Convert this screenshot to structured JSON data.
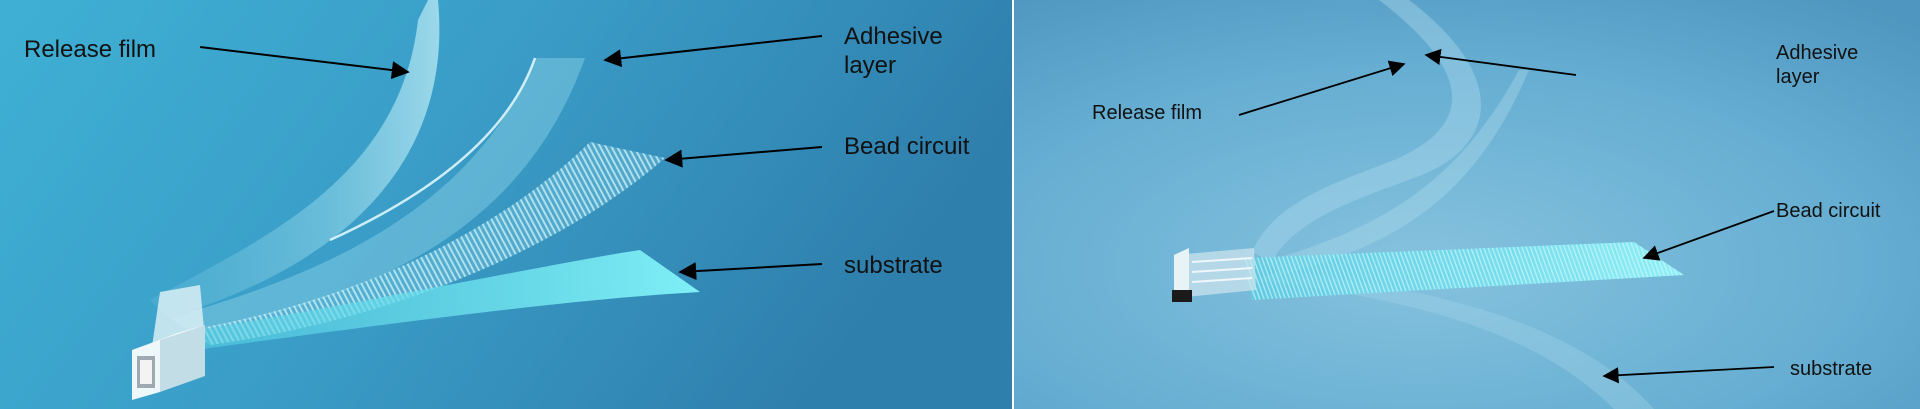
{
  "left_panel": {
    "labels": {
      "release_film": "Release film",
      "adhesive_layer": "Adhesive\nlayer",
      "bead_circuit": "Bead circuit",
      "substrate": "substrate"
    }
  },
  "right_panel": {
    "labels": {
      "release_film": "Release film",
      "adhesive_layer": "Adhesive\nlayer",
      "bead_circuit": "Bead circuit",
      "substrate": "substrate"
    }
  },
  "colors": {
    "left_background": "#3c9cc6",
    "right_background": "#62a9cf",
    "layer_cyan": "#6fe3ee",
    "arrow": "#000000",
    "text": "#111111"
  }
}
